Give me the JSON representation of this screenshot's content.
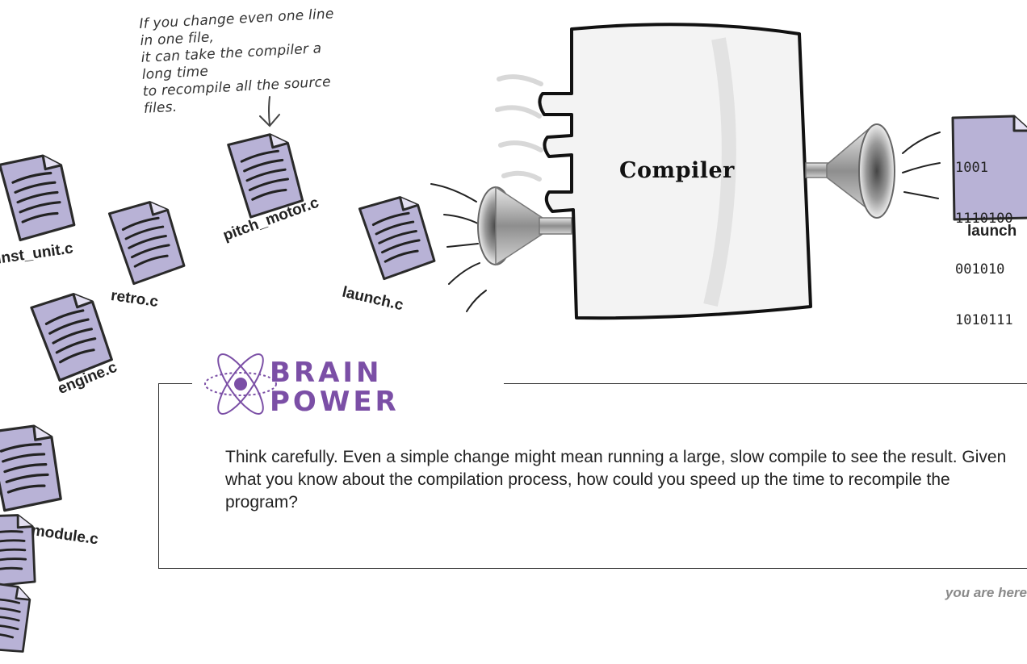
{
  "annotation": {
    "lines": [
      "If you change even one line in one file,",
      "it can take the compiler a long time",
      "to recompile all the source files."
    ]
  },
  "files": {
    "inst_unit": "inst_unit.c",
    "retro": "retro.c",
    "pitch_motor": "pitch_motor.c",
    "launch_c": "launch.c",
    "engine": "engine.c",
    "module": "_module.c"
  },
  "compiler": {
    "label": "Compiler"
  },
  "output": {
    "binary_lines": [
      "1001",
      "1110100",
      "001010",
      "1010111"
    ],
    "label": "launch"
  },
  "brain_power": {
    "title_line1": "BRAIN",
    "title_line2": "POWER",
    "body": "Think carefully. Even a simple change might mean running a large, slow compile to see the result. Given what you know about the compilation process, how could you speed up the time to recompile the program?"
  },
  "footer": {
    "text": "you are here"
  },
  "colors": {
    "paper": "#b8b2d6",
    "paper_dark": "#5d5880",
    "brain_purple": "#7b4fa6",
    "funnel": "#9a9a9a"
  }
}
